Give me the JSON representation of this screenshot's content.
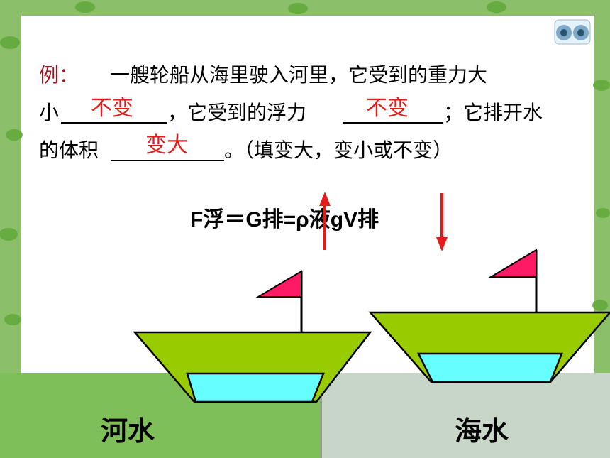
{
  "example": {
    "prefix": "例：",
    "line1": "一艘轮船从海里驶入河里，它受到的重力大",
    "line2_a": "小",
    "line2_b": "，它受到的浮力",
    "line2_c": "；它排开水",
    "line3_a": "的体积",
    "line3_b": "。（填变大，变小或不变）"
  },
  "answers": {
    "gravity": "不变",
    "buoyancy": "不变",
    "volume": "变大"
  },
  "formula": "F浮＝G排=ρ液gV排",
  "panels": {
    "river": "河水",
    "sea": "海水"
  },
  "colors": {
    "boat_hull": "#99cc00",
    "boat_water": "#66ffff",
    "flag": "#ff1a66",
    "arrow": "#e31b1b",
    "river_panel": "#7fbf5a",
    "sea_panel": "#c8d6c8"
  }
}
